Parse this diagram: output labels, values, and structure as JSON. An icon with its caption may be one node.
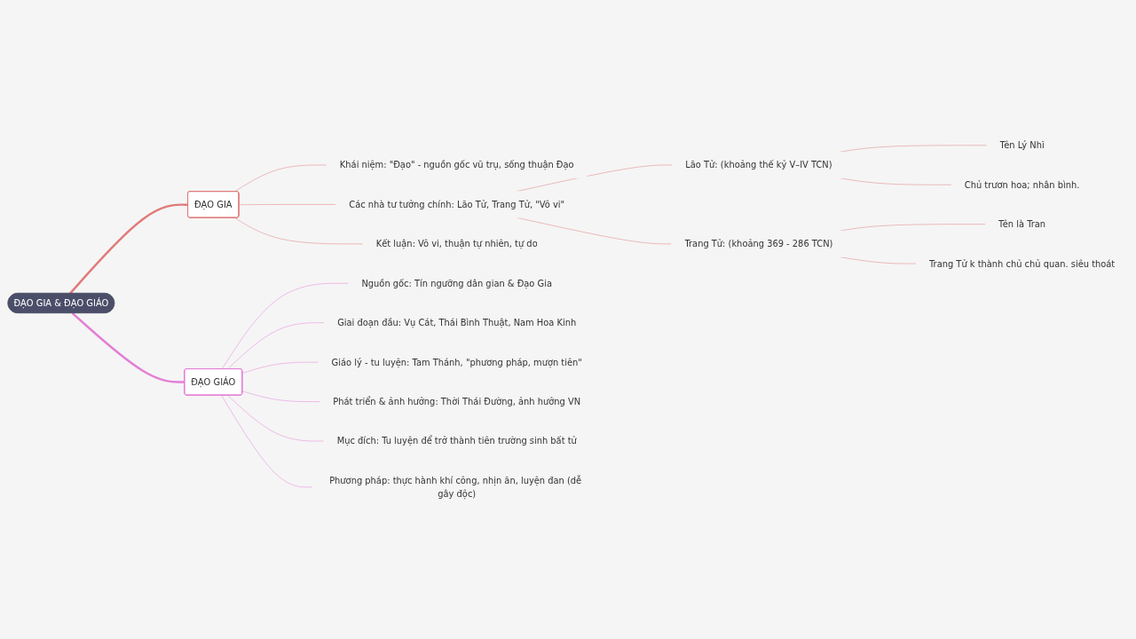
{
  "diagram": {
    "nodes": [
      {
        "text": [
          "ĐẠO GIA & ĐẠO GIÁO"
        ]
      },
      {
        "text": [
          "ĐẠO GIA"
        ]
      },
      {
        "text": [
          "Khái niệm: \"Đạo\" - nguồn gốc vũ trụ, sống thuận Đạo"
        ]
      },
      {
        "text": [
          "Các nhà tư tưởng chính: Lão Tử, Trang Tử, \"Vô vi\""
        ]
      },
      {
        "text": [
          "Lão Tử: (khoảng thế kỷ V–IV TCN)"
        ]
      },
      {
        "text": [
          "Tên Lý Nhĩ"
        ]
      },
      {
        "text": [
          "Chủ trươn hoa; nhân bình."
        ]
      },
      {
        "text": [
          "Trang Tử: (khoảng 369 - 286 TCN)"
        ]
      },
      {
        "text": [
          "Tên là Tran"
        ]
      },
      {
        "text": [
          "Trang Tử k thành chủ chủ quan. siêu thoát"
        ]
      },
      {
        "text": [
          "Kết luận: Vô vi, thuận tự nhiên, tự do"
        ]
      },
      {
        "text": [
          "ĐẠO GIÁO"
        ]
      },
      {
        "text": [
          "Nguồn gốc: Tín ngưỡng dân gian & Đạo Gia"
        ]
      },
      {
        "text": [
          "Giai đoạn đầu: Vụ Cát, Thái Bình Thuật, Nam Hoa Kinh"
        ]
      },
      {
        "text": [
          "Giáo lý - tu luyện: Tam Thánh, \"phương pháp, mượn tiên\""
        ]
      },
      {
        "text": [
          "Phát triển & ảnh hưởng: Thời Thái Đường, ảnh hưởng VN"
        ]
      },
      {
        "text": [
          "Mục đích: Tu luyện để trở thành tiên trường sinh bất tử"
        ]
      },
      {
        "text": [
          "Phương pháp: thực hành khí công, nhịn ăn, luyện đan (dễ gây độc)"
        ]
      }
    ],
    "edges": [
      {
        "from": 0,
        "to": 1,
        "arrow": "none",
        "style": "thick"
      },
      {
        "from": 1,
        "to": 2,
        "arrow": "none"
      },
      {
        "from": 1,
        "to": 3,
        "arrow": "none"
      },
      {
        "from": 3,
        "to": 4,
        "arrow": "none"
      },
      {
        "from": 4,
        "to": 5,
        "arrow": "none"
      },
      {
        "from": 4,
        "to": 6,
        "arrow": "none"
      },
      {
        "from": 3,
        "to": 7,
        "arrow": "none"
      },
      {
        "from": 7,
        "to": 8,
        "arrow": "none"
      },
      {
        "from": 7,
        "to": 9,
        "arrow": "none"
      },
      {
        "from": 1,
        "to": 10,
        "arrow": "none"
      },
      {
        "from": 0,
        "to": 11,
        "arrow": "none",
        "style": "thick",
        "color": "#e47fd6"
      },
      {
        "from": 11,
        "to": 12,
        "arrow": "none",
        "color": "#e47fd6"
      },
      {
        "from": 11,
        "to": 13,
        "arrow": "none",
        "color": "#e47fd6"
      },
      {
        "from": 11,
        "to": 14,
        "arrow": "none",
        "color": "#e47fd6"
      },
      {
        "from": 11,
        "to": 15,
        "arrow": "none",
        "color": "#e47fd6"
      },
      {
        "from": 11,
        "to": 16,
        "arrow": "none",
        "color": "#e47fd6"
      },
      {
        "from": 11,
        "to": 17,
        "arrow": "none",
        "color": "#e47fd6"
      }
    ]
  }
}
